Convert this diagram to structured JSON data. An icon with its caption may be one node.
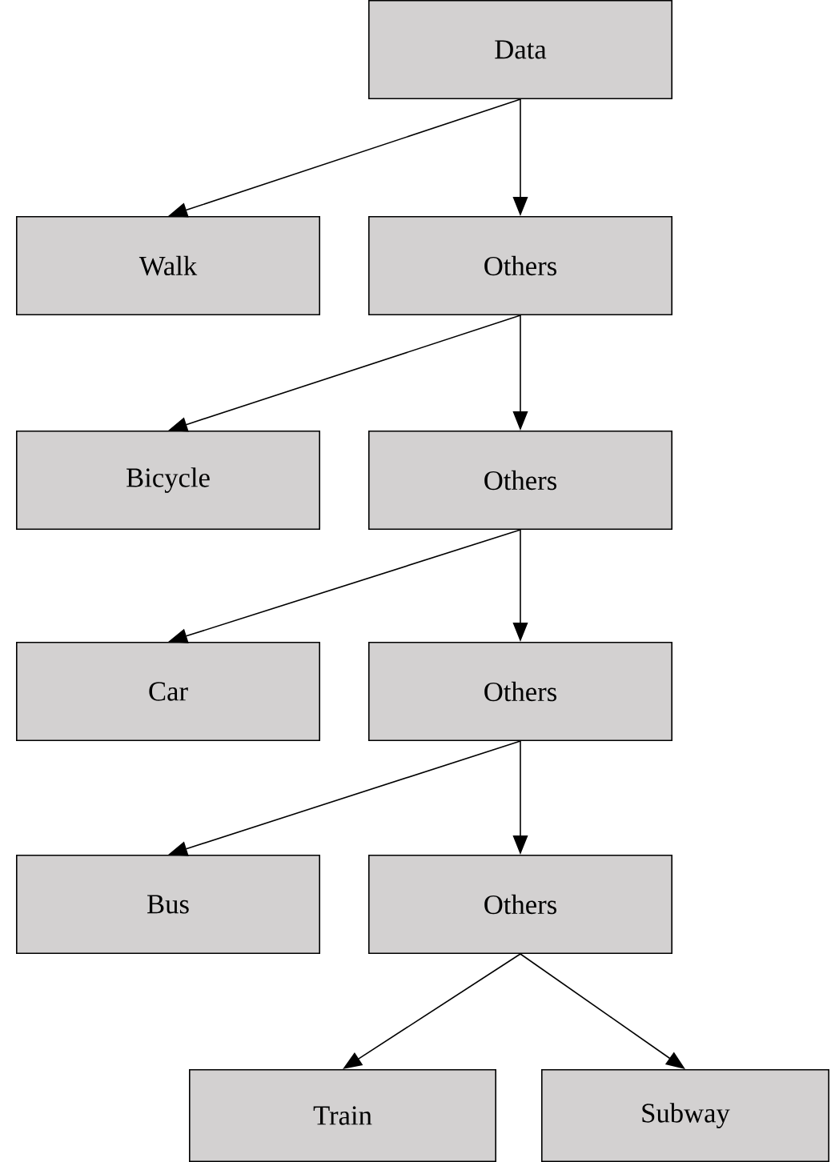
{
  "diagram": {
    "nodes": [
      {
        "text": [
          "Data"
        ]
      },
      {
        "text": [
          "Walk"
        ]
      },
      {
        "text": [
          "Others"
        ]
      },
      {
        "text": [
          "Bicycle"
        ]
      },
      {
        "text": [
          "Others"
        ]
      },
      {
        "text": [
          "Car"
        ]
      },
      {
        "text": [
          "Others"
        ]
      },
      {
        "text": [
          "Bus"
        ]
      },
      {
        "text": [
          "Others"
        ]
      },
      {
        "text": [
          "Train"
        ]
      },
      {
        "text": [
          "Subway"
        ]
      }
    ],
    "edges": [
      {
        "from": 0,
        "to": 1,
        "arrow": "to"
      },
      {
        "from": 0,
        "to": 2,
        "arrow": "to"
      },
      {
        "from": 2,
        "to": 3,
        "arrow": "to"
      },
      {
        "from": 2,
        "to": 4,
        "arrow": "to"
      },
      {
        "from": 4,
        "to": 5,
        "arrow": "to"
      },
      {
        "from": 4,
        "to": 6,
        "arrow": "to"
      },
      {
        "from": 6,
        "to": 7,
        "arrow": "to"
      },
      {
        "from": 6,
        "to": 8,
        "arrow": "to"
      },
      {
        "from": 8,
        "to": 9,
        "arrow": "to"
      },
      {
        "from": 8,
        "to": 10,
        "arrow": "to"
      }
    ]
  }
}
